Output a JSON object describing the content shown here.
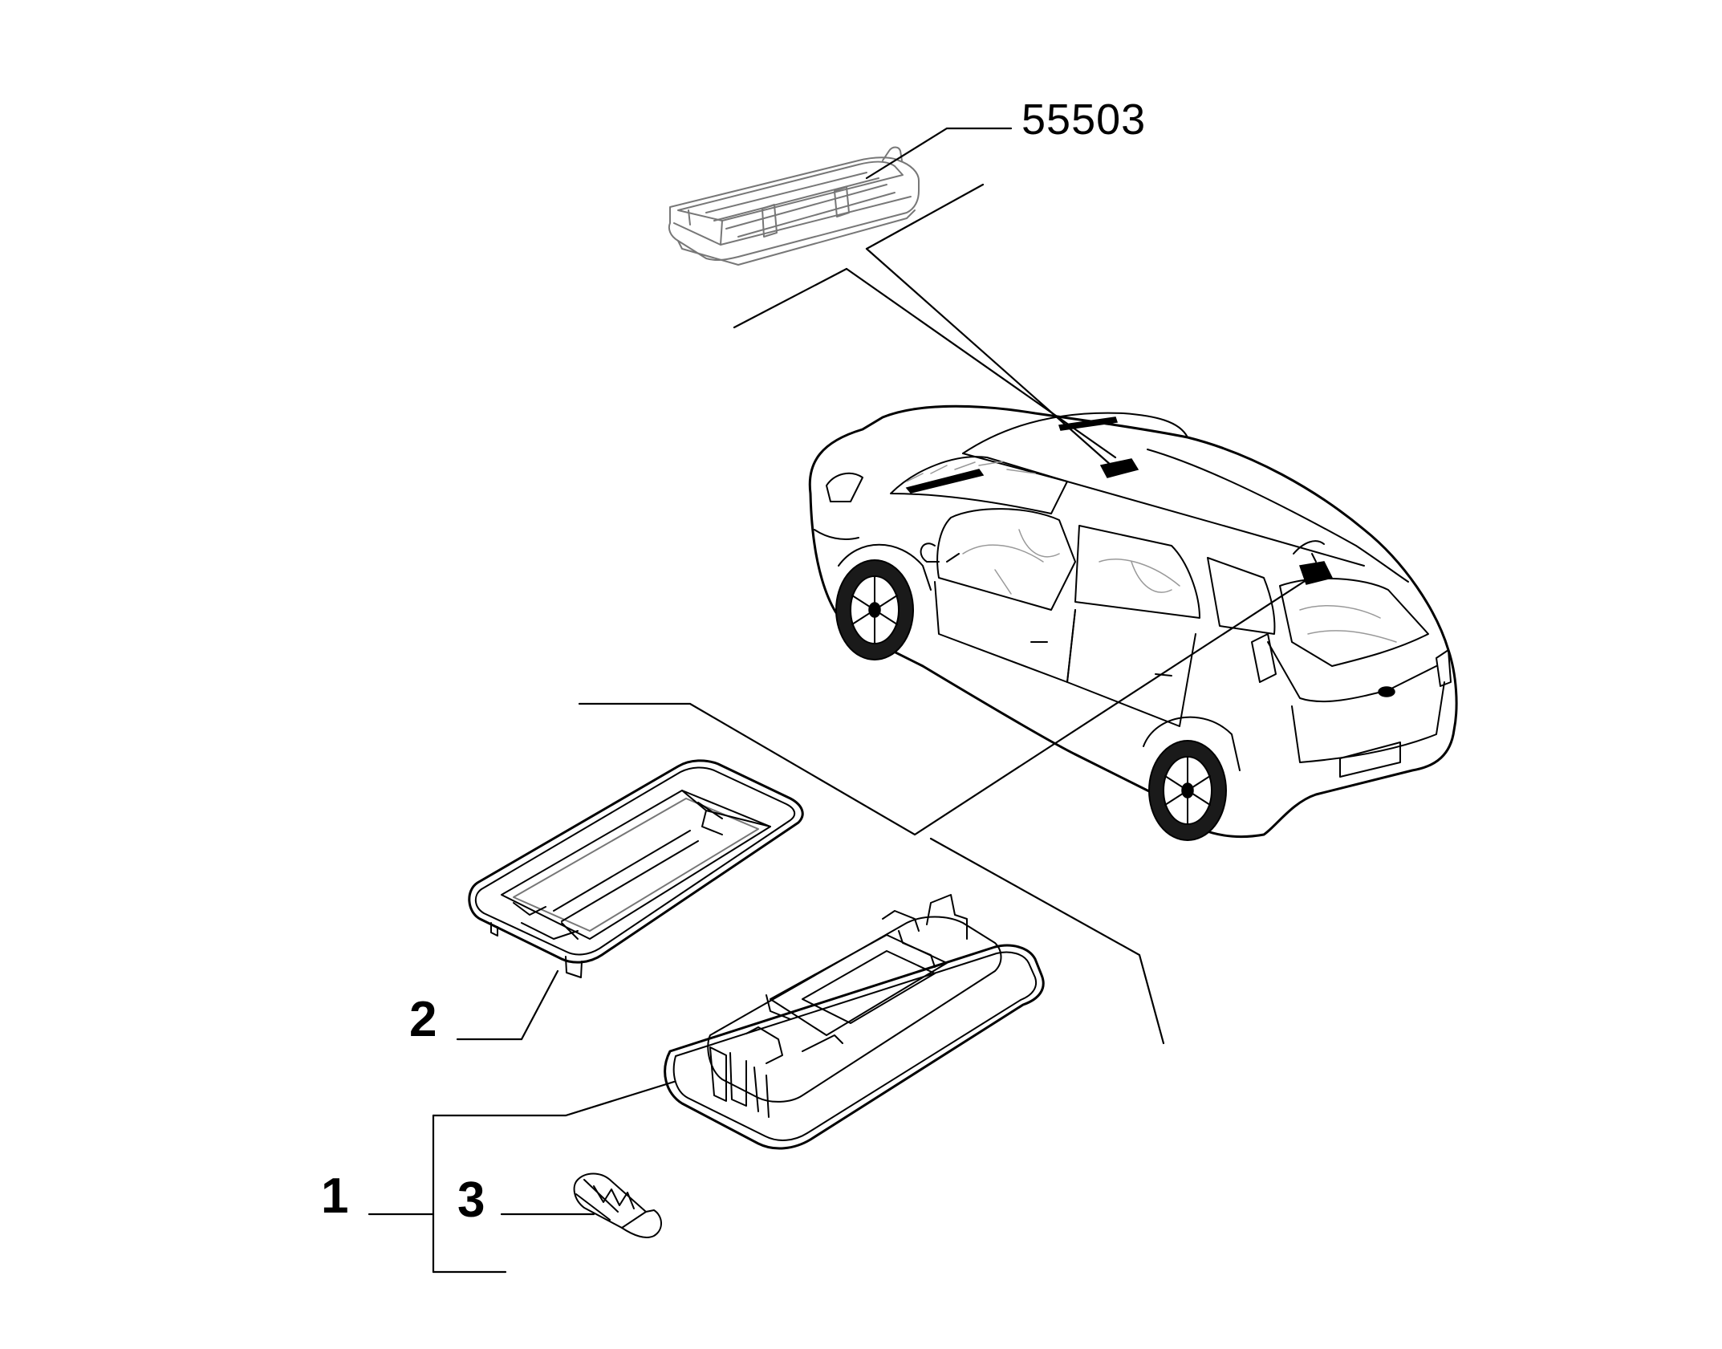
{
  "diagram": {
    "labels": {
      "ref_part": "55503",
      "item_1": "1",
      "item_2": "2",
      "item_3": "3"
    }
  }
}
